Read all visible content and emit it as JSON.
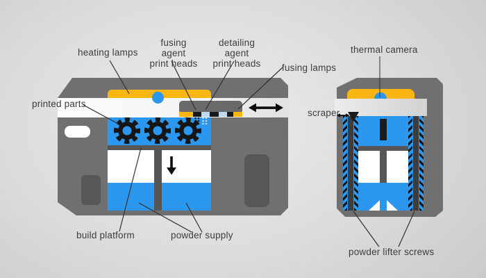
{
  "left_view": {
    "labels": {
      "heating_lamps": "heating lamps",
      "fusing_agent": {
        "line1": "fusing agent",
        "line2": "print heads"
      },
      "detailing_agent": {
        "line1": "detailing agent",
        "line2": "print heads"
      },
      "fusing_lamps": "fusing lamps",
      "printed_parts": "printed parts",
      "build_platform": "build platform",
      "powder_supply": "powder supply"
    }
  },
  "right_view": {
    "labels": {
      "thermal_camera": "thermal camera",
      "scraper": "scraper",
      "powder_lifter_screws": "powder lifter screws"
    }
  },
  "icons": {
    "carriage_motion_arrow": "horizontal-double-arrow",
    "scraper_motion_arrow": "small-horizontal-double-arrow",
    "powder_feed_arrow": "down-arrow",
    "heat_glow": "yellow-arc-waves",
    "fusing_agent_spray": "black-dot-matrix",
    "detailing_agent_spray": "light-blue-dot-matrix"
  },
  "colors": {
    "background": "#d9d9d9",
    "machine_body": "#707070",
    "powder_blue": "#2b97ef",
    "lamp_yellow": "#f9b511",
    "detailing_light_blue": "#bed9f0",
    "ink_black": "#1a1a1a",
    "chamber_divider": "#565656",
    "band_white": "#f7f7f7",
    "label_text": "#3c3c3c"
  }
}
